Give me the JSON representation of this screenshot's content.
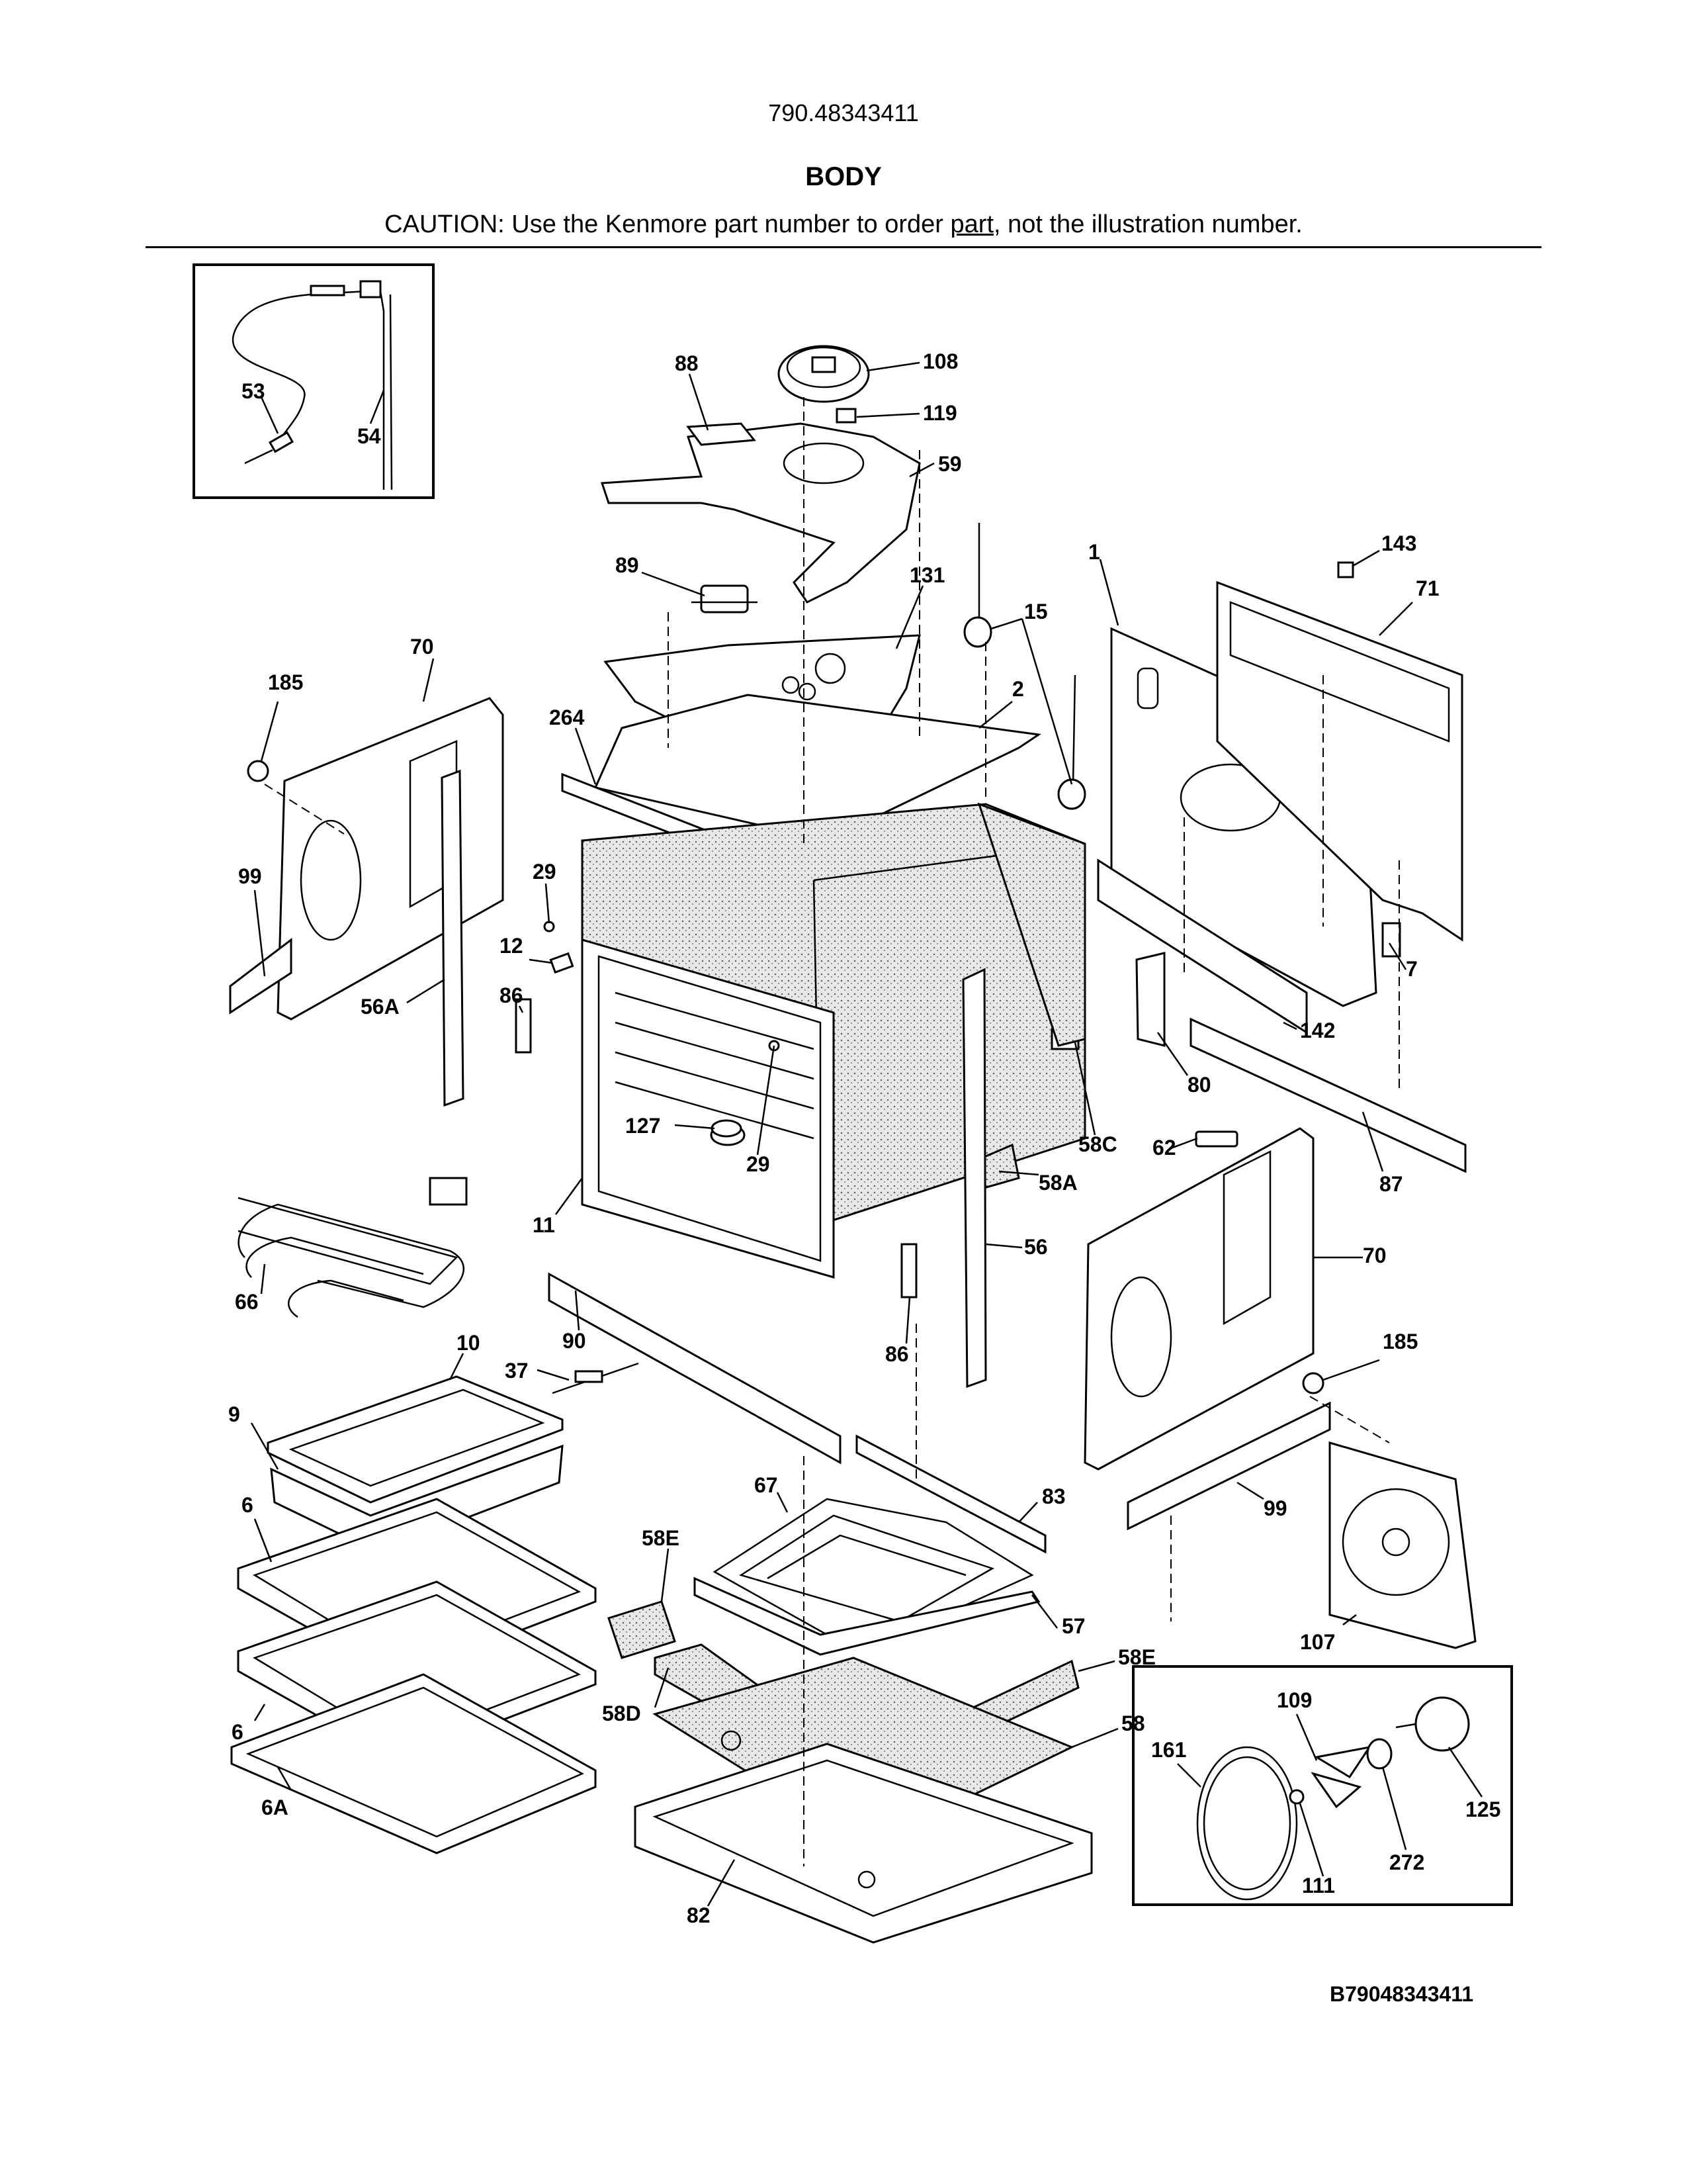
{
  "header": {
    "model_number": "790.48343411",
    "section_title": "BODY",
    "caution_prefix": "CAUTION: Use the Kenmore part number to order ",
    "caution_link": "part",
    "caution_suffix": ", not the illustration number."
  },
  "diagram_code": "B79048343411",
  "callouts": {
    "c53": "53",
    "c54": "54",
    "c88": "88",
    "c108": "108",
    "c119": "119",
    "c59": "59",
    "c89": "89",
    "c131": "131",
    "c15": "15",
    "c1": "1",
    "c143": "143",
    "c71": "71",
    "c70a": "70",
    "c185a": "185",
    "c264": "264",
    "c2": "2",
    "c99a": "99",
    "c29a": "29",
    "c12": "12",
    "c86a": "86",
    "c56A": "56A",
    "c7": "7",
    "c142": "142",
    "c80": "80",
    "c127": "127",
    "c29b": "29",
    "c58C": "58C",
    "c62": "62",
    "c11": "11",
    "c58A": "58A",
    "c87": "87",
    "c66": "66",
    "c56": "56",
    "c70b": "70",
    "c90": "90",
    "c86b": "86",
    "c10": "10",
    "c37": "37",
    "c185b": "185",
    "c9": "9",
    "c99b": "99",
    "c67": "67",
    "c83": "83",
    "c6a": "6",
    "c58Ea": "58E",
    "c57": "57",
    "c107": "107",
    "c6b": "6",
    "c58Eb": "58E",
    "c58D": "58D",
    "c58": "58",
    "c109": "109",
    "c161": "161",
    "c125": "125",
    "c6A": "6A",
    "c272": "272",
    "c111": "111",
    "c82": "82"
  }
}
